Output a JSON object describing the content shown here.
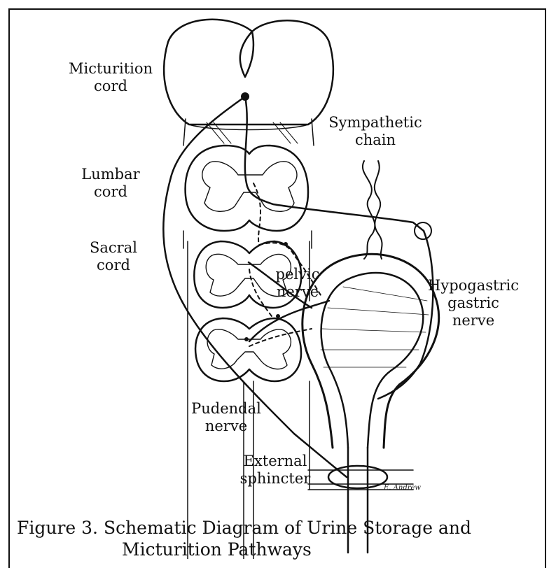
{
  "labels": {
    "micturition_cord": [
      "Micturition",
      "cord"
    ],
    "lumbar_cord": [
      "Lumbar",
      "cord"
    ],
    "sacral_cord": [
      "Sacral",
      "cord"
    ],
    "sympathetic_chain": [
      "Sympathetic",
      "chain"
    ],
    "pelvic_nerve": [
      "pelvic",
      "nerve"
    ],
    "hypogastric_nerve": [
      "Hypogastric",
      "gastric",
      "nerve"
    ],
    "pudendal_nerve": [
      "Pudendal",
      "nerve"
    ],
    "external_sphincter": [
      "External",
      "sphincter"
    ]
  },
  "signature": "E. Andrew",
  "caption": {
    "line1": "Figure 3. Schematic Diagram of Urine Storage and",
    "line2": "Micturition Pathways"
  }
}
